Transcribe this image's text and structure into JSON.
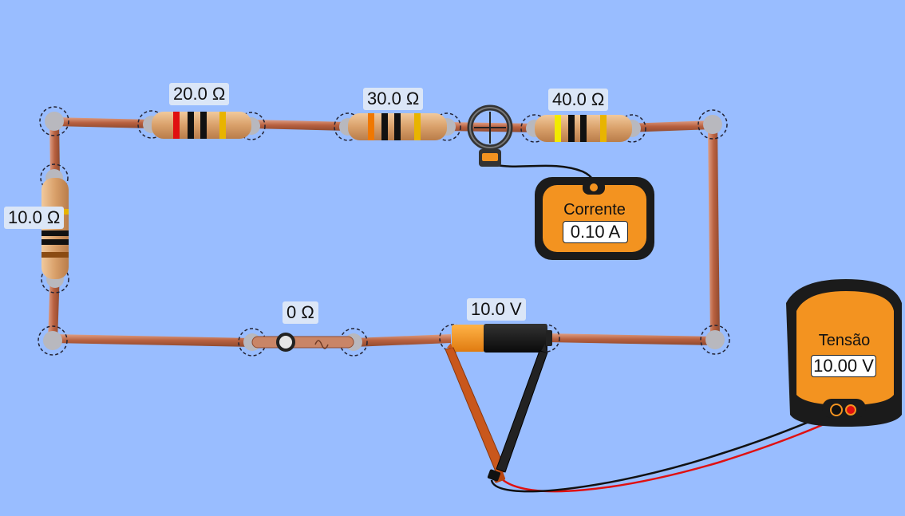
{
  "circuit": {
    "resistors": [
      {
        "id": "r1",
        "label": "20.0 Ω",
        "resistance_ohm": 20.0,
        "bands": [
          "#e01010",
          "#111111",
          "#111111",
          "#e8b400"
        ]
      },
      {
        "id": "r2",
        "label": "30.0 Ω",
        "resistance_ohm": 30.0,
        "bands": [
          "#f07800",
          "#111111",
          "#111111",
          "#e8b400"
        ]
      },
      {
        "id": "r3",
        "label": "40.0 Ω",
        "resistance_ohm": 40.0,
        "bands": [
          "#f2ea00",
          "#111111",
          "#111111",
          "#e8b400"
        ]
      },
      {
        "id": "r4",
        "label": "10.0 Ω",
        "resistance_ohm": 10.0,
        "bands": [
          "#8a4b12",
          "#111111",
          "#111111",
          "#e8b400"
        ]
      }
    ],
    "switch": {
      "label": "0 Ω",
      "resistance_ohm": 0
    },
    "battery": {
      "label": "10.0 V",
      "voltage_v": 10.0
    }
  },
  "ammeter": {
    "title": "Corrente",
    "reading": "0.10 A"
  },
  "voltmeter": {
    "title": "Tensão",
    "reading": "10.00 V"
  },
  "colors": {
    "background": "#99bdff",
    "wire": "#c77a56",
    "meter_orange": "#f39320",
    "meter_body": "#1b1b1b",
    "probe_red": "#e01010",
    "probe_black": "#111111",
    "label_bg": "#dbe6f7"
  }
}
